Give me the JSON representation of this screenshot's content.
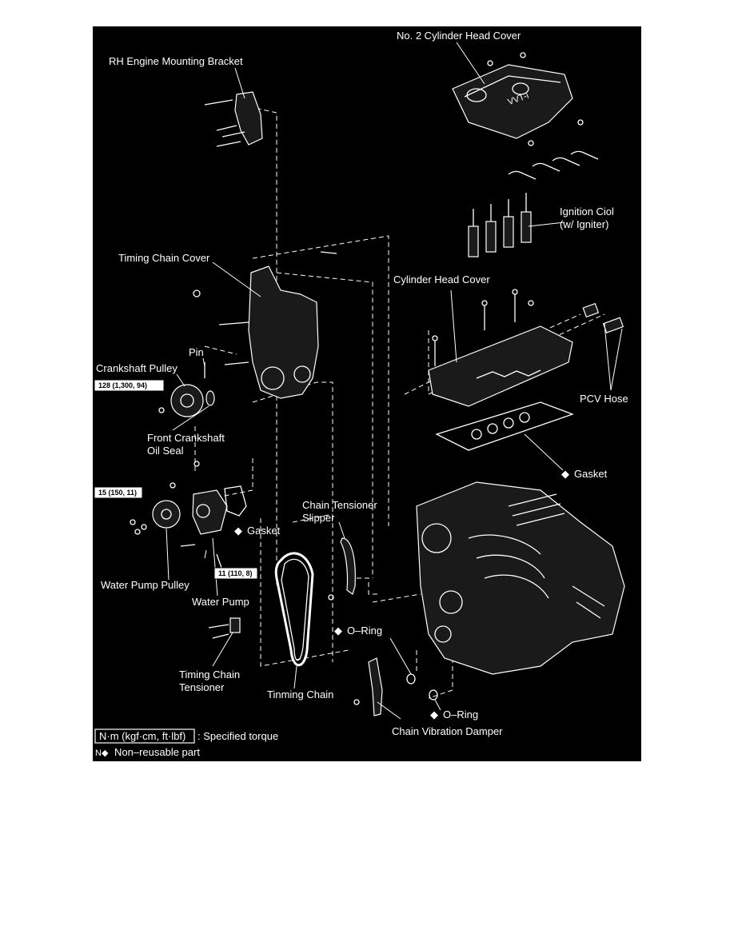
{
  "labels": {
    "no2_head_cover": "No. 2 Cylinder Head Cover",
    "rh_bracket": "RH Engine Mounting Bracket",
    "ignition_coil_1": "Ignition Ciol",
    "ignition_coil_2": "(w/ Igniter)",
    "timing_chain_cover": "Timing Chain Cover",
    "cylinder_head_cover": "Cylinder Head Cover",
    "pin": "Pin",
    "crankshaft_pulley": "Crankshaft Pulley",
    "pcv_hose": "PCV Hose",
    "front_seal_1": "Front Crankshaft",
    "front_seal_2": "Oil Seal",
    "gasket_head": "Gasket",
    "chain_tensioner_slipper_1": "Chain Tensioner",
    "chain_tensioner_slipper_2": "Slipper",
    "gasket_pump": "Gasket",
    "water_pump_pulley": "Water Pump Pulley",
    "water_pump": "Water Pump",
    "o_ring_upper": "O–Ring",
    "timing_chain_tensioner_1": "Timing Chain",
    "timing_chain_tensioner_2": "Tensioner",
    "timing_chain": "Tinming Chain",
    "o_ring_lower": "O–Ring",
    "chain_vibration_damper": "Chain Vibration Damper"
  },
  "torques": {
    "crank_pulley": "128 (1,300, 94)",
    "water_pump_pulley": "15 (150, 11)",
    "water_pump": "11 (110, 8)"
  },
  "legend": {
    "unit_box": "N·m (kgf·cm, ft·lbf)",
    "unit_text": ": Specified torque",
    "nonreusable_mark": "N◆",
    "nonreusable_text": "Non–reusable part"
  },
  "non_reusable_symbol": "◆"
}
